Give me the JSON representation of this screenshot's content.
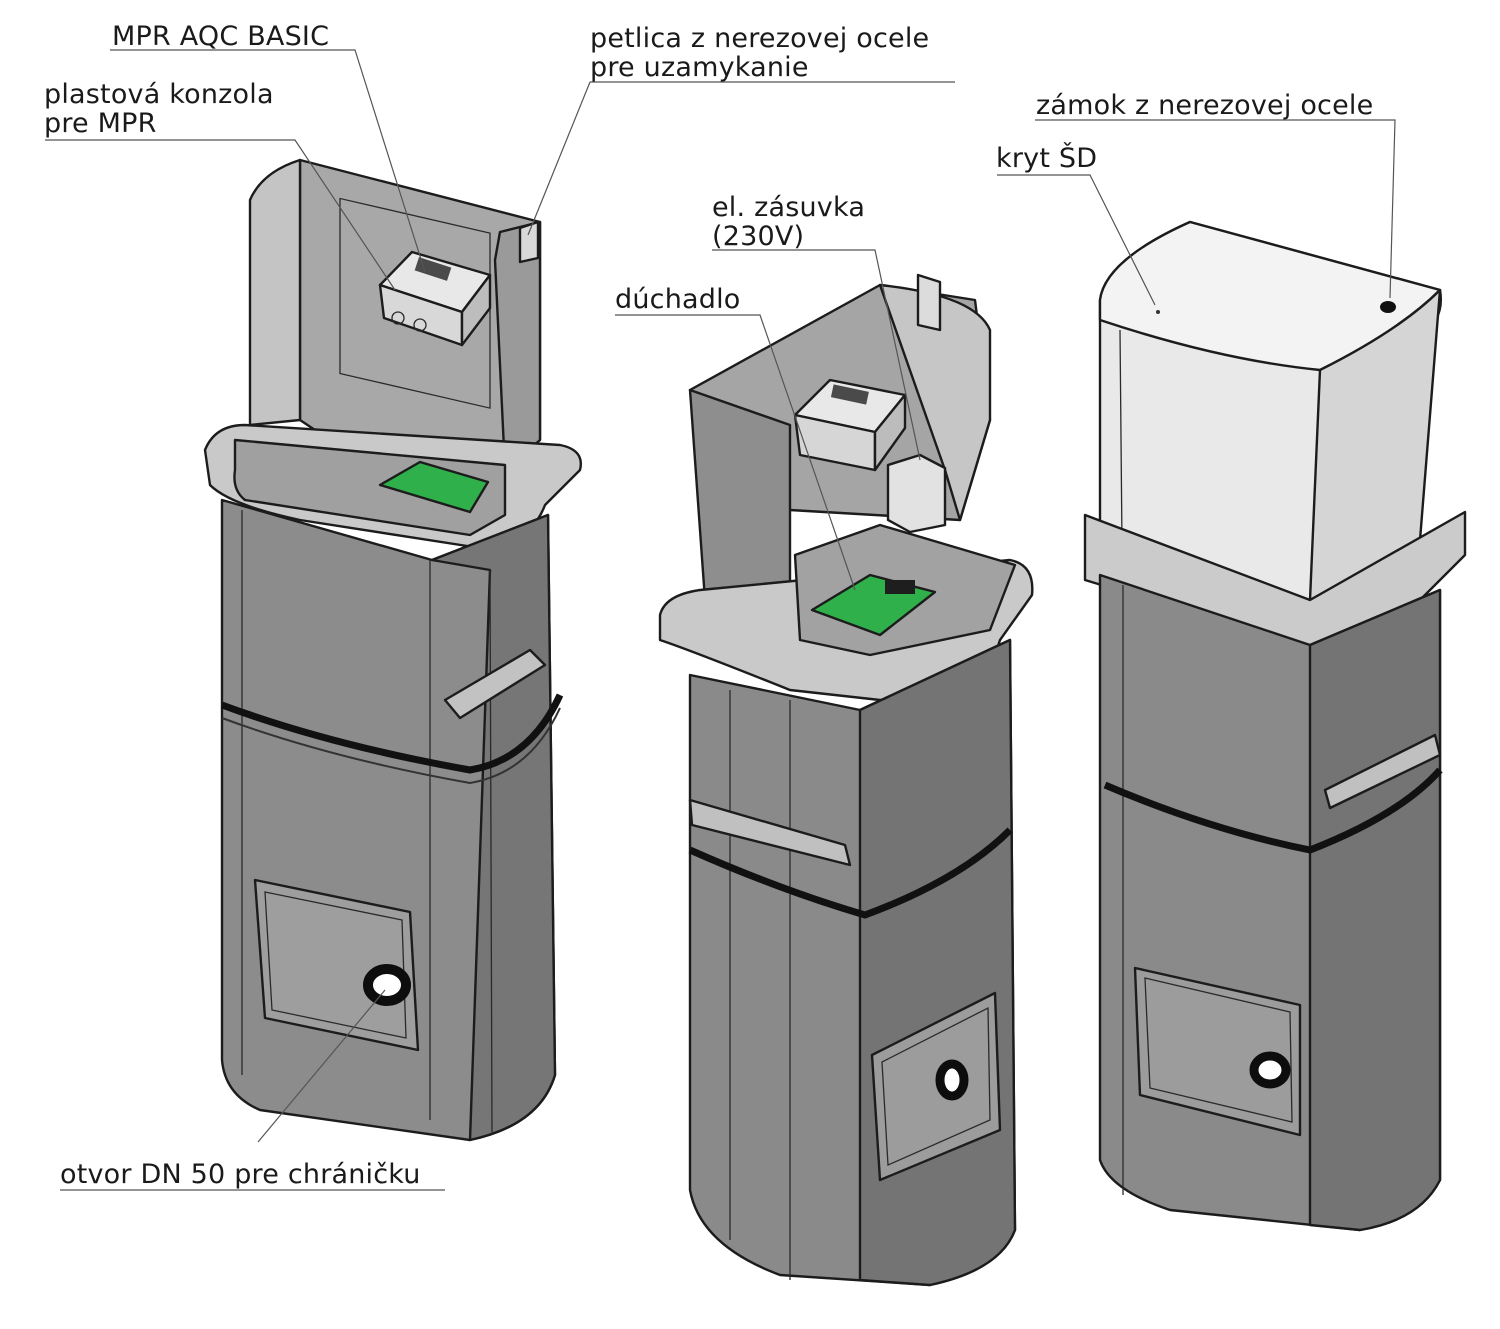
{
  "labels": {
    "mpr_aqc_basic": "MPR AQC BASIC",
    "plastic_console_line1": "plastová konzola",
    "plastic_console_line2": "pre MPR",
    "loop_line1": "petlica z nerezovej ocele",
    "loop_line2": "pre uzamykanie",
    "lock": "zámok z nerezovej ocele",
    "cover": "kryt ŠD",
    "socket_line1": "el. zásuvka",
    "socket_line2": "(230V)",
    "blower": "dúchadlo",
    "opening": "otvor DN 50 pre chráničku"
  },
  "colors": {
    "body": "#8c8c8c",
    "body_dark": "#6f6f6f",
    "body_light": "#b4b4b4",
    "rim": "#c9c9c9",
    "cover": "#e6e6e6",
    "board": "#2fb04a",
    "seal": "#111111"
  }
}
